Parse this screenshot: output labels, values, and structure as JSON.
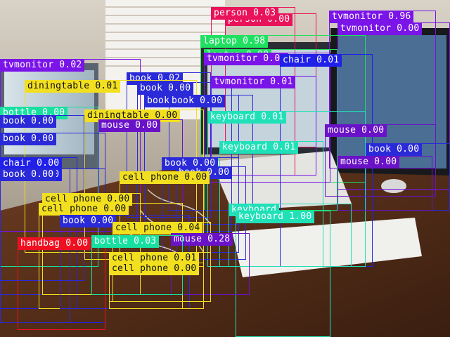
{
  "colors": {
    "tvmonitor": "#7a14e8",
    "laptop": "#1fe060",
    "person": "#e8135a",
    "chair": "#2020e8",
    "book": "#2a2ad8",
    "diningtable": "#f2e020",
    "cell phone": "#f2e020",
    "mouse": "#6a12c8",
    "keyboard": "#20e0b8",
    "bottle": "#18e0a0",
    "handbag": "#ee1020"
  },
  "detections": [
    {
      "label": "tvmonitor 0.96",
      "cls": "tvmonitor"
    },
    {
      "label": "tvmonitor 0.00",
      "cls": "tvmonitor"
    },
    {
      "label": "person 0.00",
      "cls": "person"
    },
    {
      "label": "person 0.03",
      "cls": "person"
    },
    {
      "label": "laptop 0.98",
      "cls": "laptop"
    },
    {
      "label": "laptop 0.98",
      "cls": "laptop"
    },
    {
      "label": "tvmonitor 0.02",
      "cls": "tvmonitor"
    },
    {
      "label": "tvmonitor 0.00",
      "cls": "tvmonitor"
    },
    {
      "label": "chair 0.01",
      "cls": "chair"
    },
    {
      "label": "book 0.02",
      "cls": "book"
    },
    {
      "label": "book 0.00",
      "cls": "book"
    },
    {
      "label": "tvmonitor 0.01",
      "cls": "tvmonitor"
    },
    {
      "label": "diningtable 0.01",
      "cls": "diningtable"
    },
    {
      "label": "book 0.00",
      "cls": "book"
    },
    {
      "label": "book 0.00",
      "cls": "book"
    },
    {
      "label": "bottle 0.00",
      "cls": "bottle"
    },
    {
      "label": "diningtable 0.00",
      "cls": "diningtable"
    },
    {
      "label": "keyboard 0.01",
      "cls": "keyboard"
    },
    {
      "label": "book 0.00",
      "cls": "book"
    },
    {
      "label": "mouse 0.00",
      "cls": "mouse"
    },
    {
      "label": "mouse 0.00",
      "cls": "mouse"
    },
    {
      "label": "book 0.00",
      "cls": "book"
    },
    {
      "label": "keyboard 0.01",
      "cls": "keyboard"
    },
    {
      "label": "book 0.00",
      "cls": "book"
    },
    {
      "label": "chair 0.00",
      "cls": "chair"
    },
    {
      "label": "chair 0.00",
      "cls": "chair"
    },
    {
      "label": "book 0.00",
      "cls": "book"
    },
    {
      "label": "mouse 0.00",
      "cls": "mouse"
    },
    {
      "label": "book 0.00",
      "cls": "book"
    },
    {
      "label": "book 0.00",
      "cls": "book"
    },
    {
      "label": "cell phone 0.00",
      "cls": "cell phone"
    },
    {
      "label": "cell phone 0.00",
      "cls": "cell phone"
    },
    {
      "label": "cell phone 0.00",
      "cls": "cell phone"
    },
    {
      "label": "keyboard",
      "cls": "keyboard"
    },
    {
      "label": "keyboard 1.00",
      "cls": "keyboard"
    },
    {
      "label": "book 0.00",
      "cls": "book"
    },
    {
      "label": "cell phone 0.04",
      "cls": "cell phone"
    },
    {
      "label": "mouse 0.28",
      "cls": "mouse"
    },
    {
      "label": "handbag 0.00",
      "cls": "handbag"
    },
    {
      "label": "bottle 0.03",
      "cls": "bottle"
    },
    {
      "label": "cell phone 0.01",
      "cls": "cell phone"
    },
    {
      "label": "cell phone 0.00",
      "cls": "cell phone"
    }
  ]
}
